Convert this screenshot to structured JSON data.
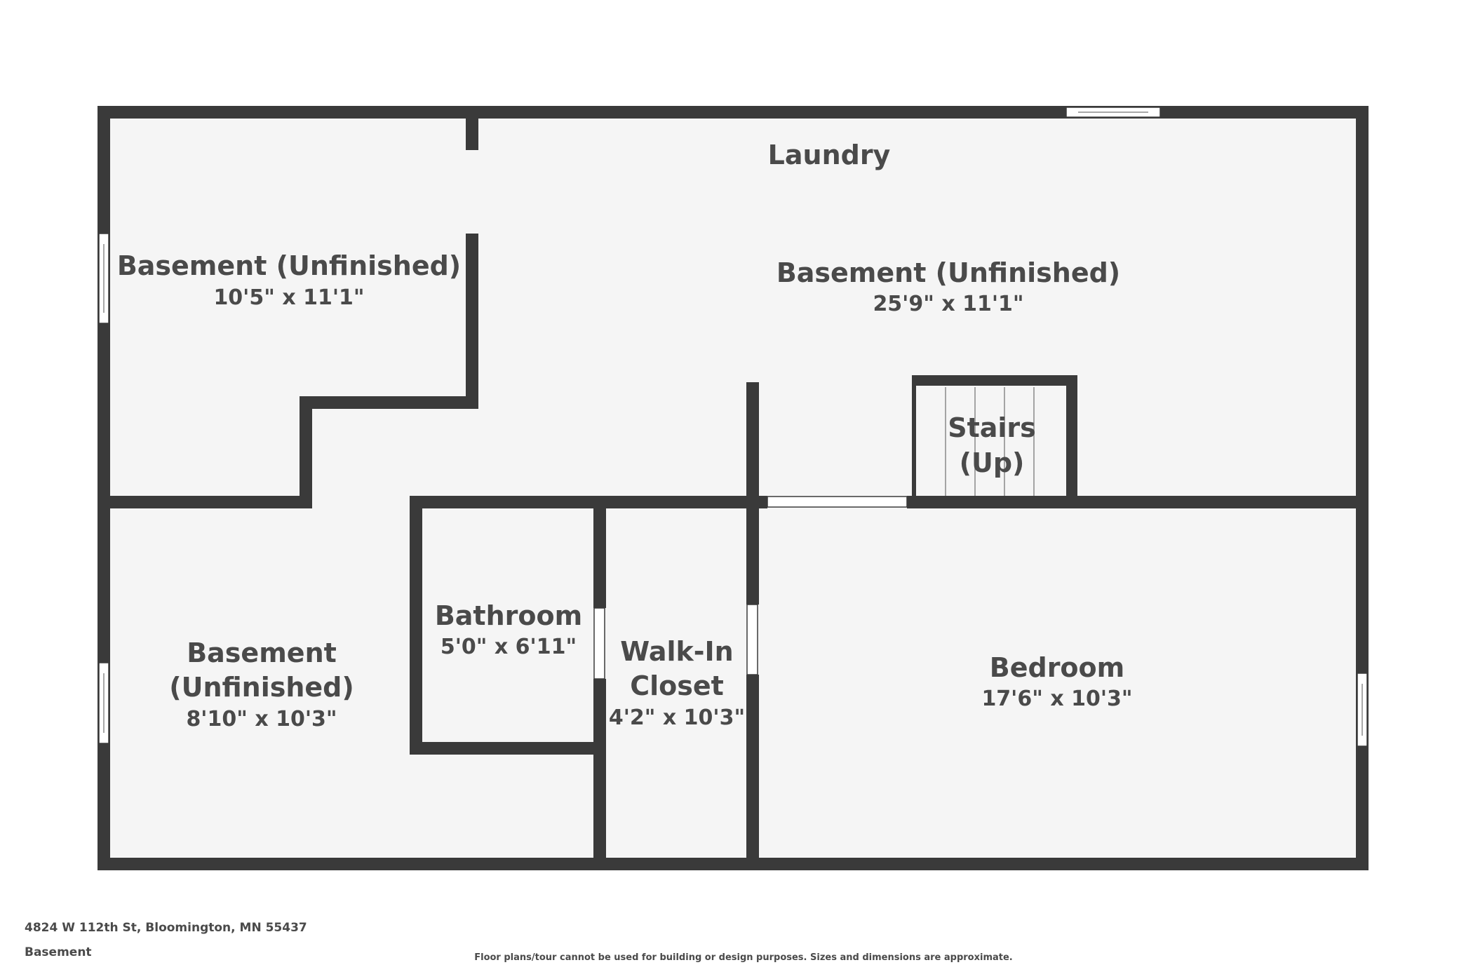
{
  "floorplan": {
    "rooms": [
      {
        "key": "laundry",
        "name": "Laundry",
        "size": ""
      },
      {
        "key": "basement_nw",
        "name": "Basement (Unfinished)",
        "size": "10'5\" x 11'1\""
      },
      {
        "key": "basement_main",
        "name": "Basement (Unfinished)",
        "size": "25'9\" x 11'1\""
      },
      {
        "key": "stairs",
        "name_line1": "Stairs",
        "name_line2": "(Up)"
      },
      {
        "key": "basement_sw",
        "name_line1": "Basement",
        "name_line2": "(Unfinished)",
        "size": "8'10\" x 10'3\""
      },
      {
        "key": "bathroom",
        "name": "Bathroom",
        "size": "5'0\" x 6'11\""
      },
      {
        "key": "closet",
        "name_line1": "Walk-In",
        "name_line2": "Closet",
        "size": "4'2\" x 10'3\""
      },
      {
        "key": "bedroom",
        "name": "Bedroom",
        "size": "17'6\" x 10'3\""
      }
    ]
  },
  "footer": {
    "address": "4824 W 112th St, Bloomington, MN 55437",
    "level": "Basement",
    "disclaimer": "Floor plans/tour cannot be used for building or design purposes. Sizes and dimensions are approximate."
  }
}
